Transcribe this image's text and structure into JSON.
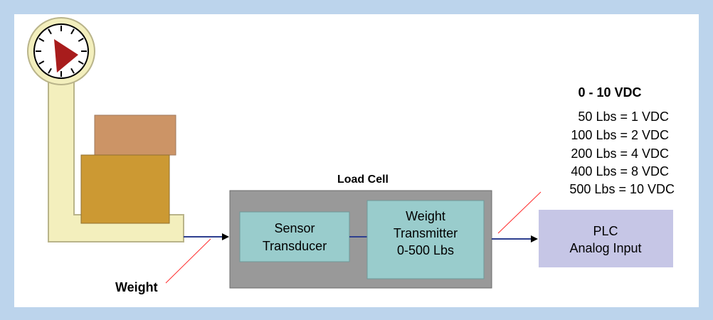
{
  "colors": {
    "background": "#bcd4ec",
    "canvas": "#ffffff",
    "scale_post": "#f3efbd",
    "scale_outline": "#b9b48a",
    "box_top": "#cc9466",
    "box_bottom": "#cc9933",
    "load_cell": "#999999",
    "inner_box": "#99cccc",
    "plc_box": "#c6c6e6",
    "wire": "#2e3f8f",
    "pointer_red": "#ff2b2b",
    "needle": "#a81c1c"
  },
  "labels": {
    "weight": "Weight",
    "load_cell_title": "Load Cell",
    "sensor": [
      "Sensor",
      "Transducer"
    ],
    "transmitter": [
      "Weight",
      "Transmitter",
      "0-500 Lbs"
    ],
    "plc": [
      "PLC",
      "Analog Input"
    ],
    "signal_title": "0 - 10 VDC",
    "signal_table": [
      "50 Lbs = 1 VDC",
      "100 Lbs = 2 VDC",
      "200 Lbs = 4 VDC",
      "400 Lbs = 8 VDC",
      "500 Lbs = 10 VDC"
    ]
  },
  "icons": {
    "scale": "scale-icon",
    "dial": "dial-icon",
    "packages": "package-icon"
  }
}
